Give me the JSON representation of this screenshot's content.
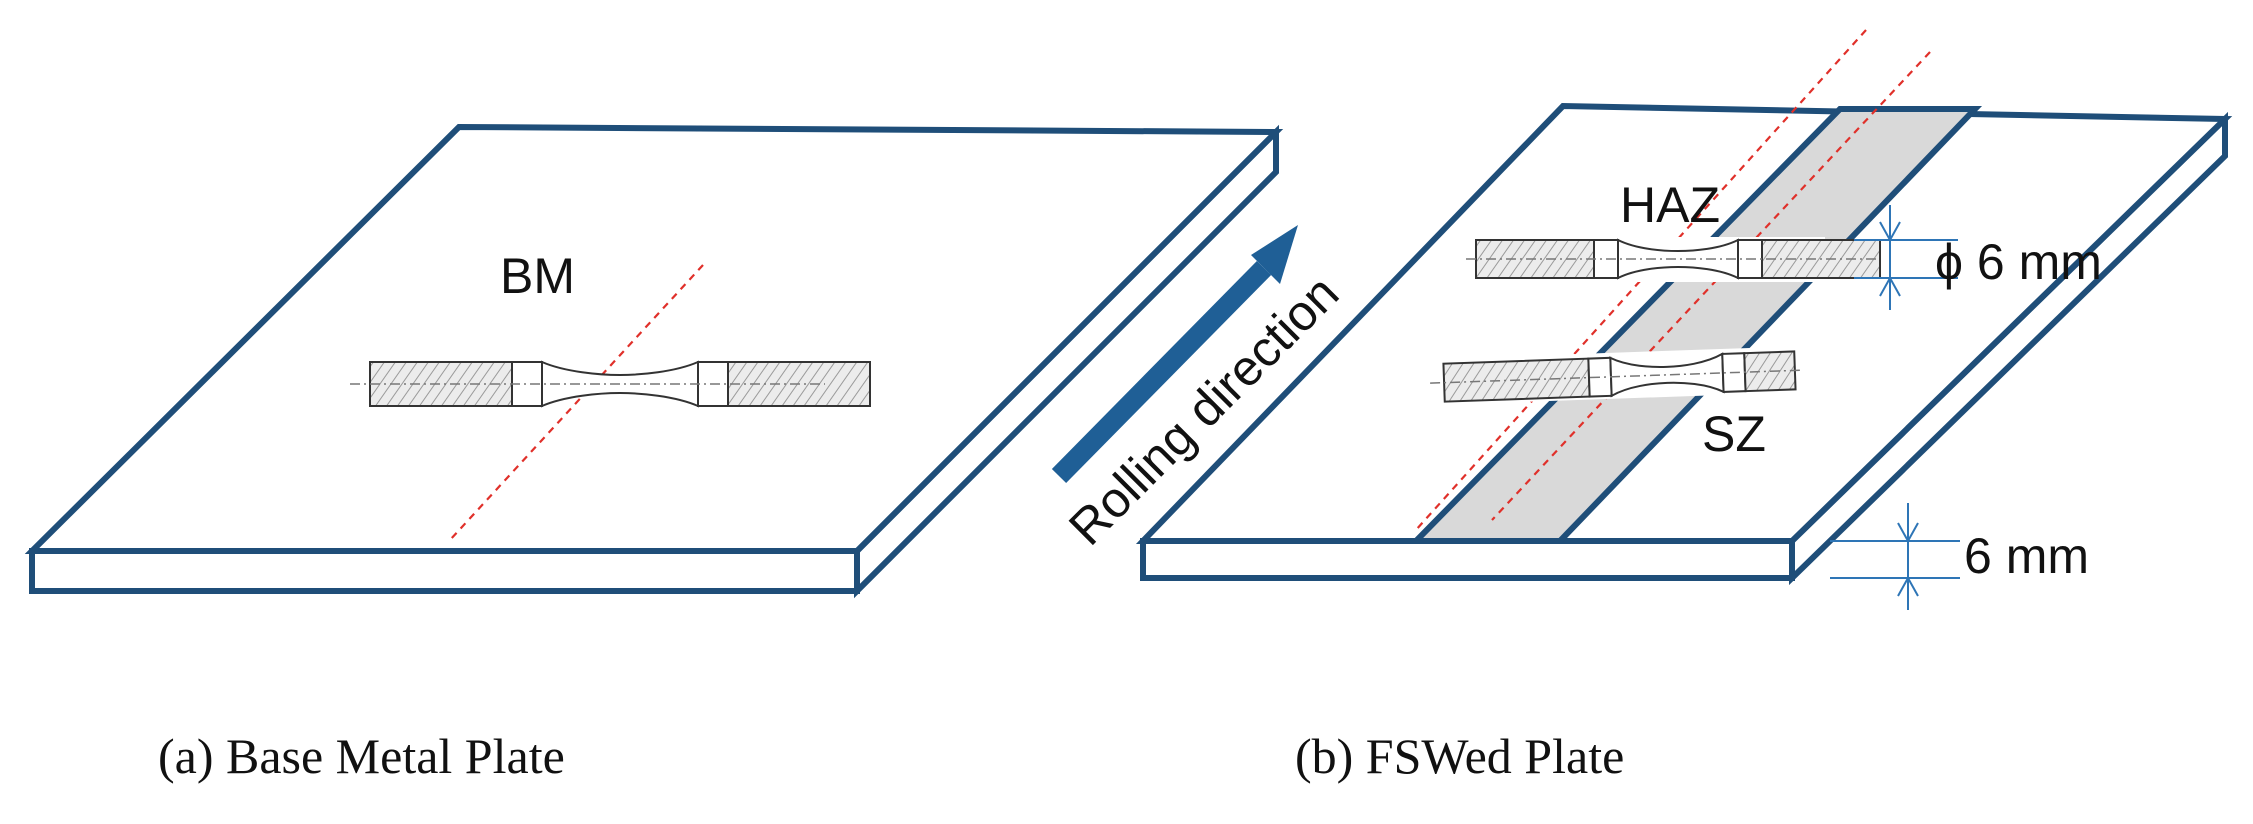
{
  "panel_a": {
    "specimen_label": "BM",
    "caption": "(a) Base Metal Plate"
  },
  "panel_b": {
    "haz_label": "HAZ",
    "sz_label": "SZ",
    "diameter_dimension": "ϕ 6 mm",
    "thickness_dimension": "6 mm",
    "caption": "(b) FSWed Plate"
  },
  "arrow": {
    "label": "Rolling direction"
  },
  "colors": {
    "plate_outline": "#1f4e79",
    "weld_zone_fill": "#d9d9d9",
    "arrow": "#1f5f96",
    "dashed_line": "#e0302a",
    "dimension_lines": "#2e75b6"
  }
}
